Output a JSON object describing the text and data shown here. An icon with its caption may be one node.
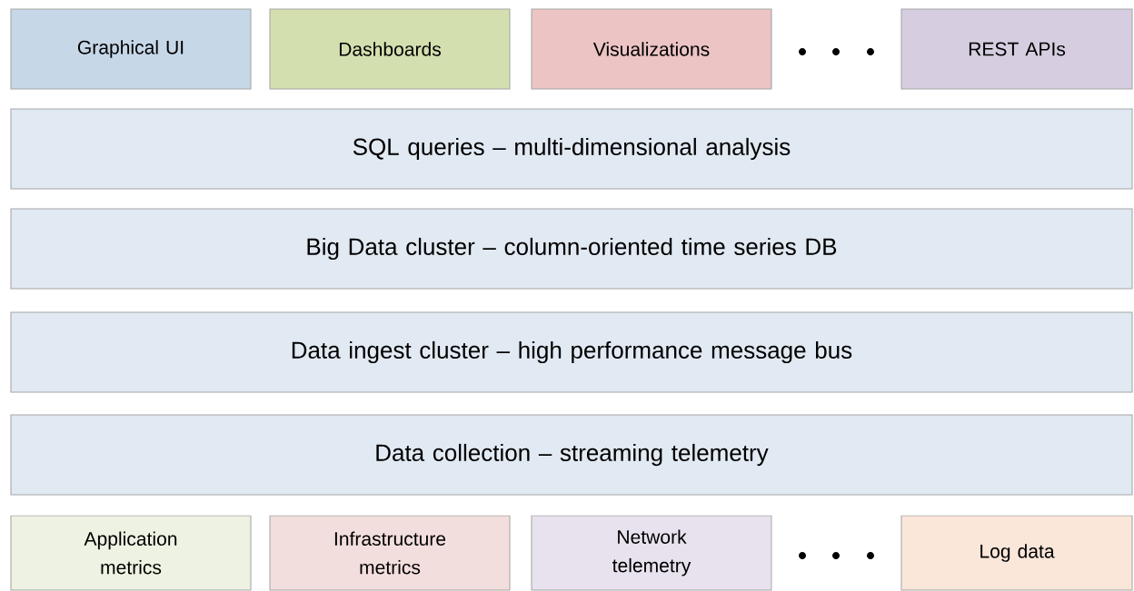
{
  "diagram": {
    "nodes": [
      {
        "text": [
          "Graphical UI"
        ]
      },
      {
        "text": [
          "Dashboards"
        ]
      },
      {
        "text": [
          "Visualizations"
        ]
      },
      {
        "text": [
          "REST APIs"
        ]
      },
      {
        "text": [
          "SQL queries – multi-dimensional analysis"
        ]
      },
      {
        "text": [
          "Big Data cluster – column-oriented time series DB"
        ]
      },
      {
        "text": [
          "Data ingest cluster – high performance message bus"
        ]
      },
      {
        "text": [
          "Data collection – streaming telemetry"
        ]
      },
      {
        "text": [
          "Application metrics"
        ]
      },
      {
        "text": [
          "Infrastructure metrics"
        ]
      },
      {
        "text": [
          "Network telemetry"
        ]
      },
      {
        "text": [
          "Log data"
        ]
      }
    ]
  }
}
